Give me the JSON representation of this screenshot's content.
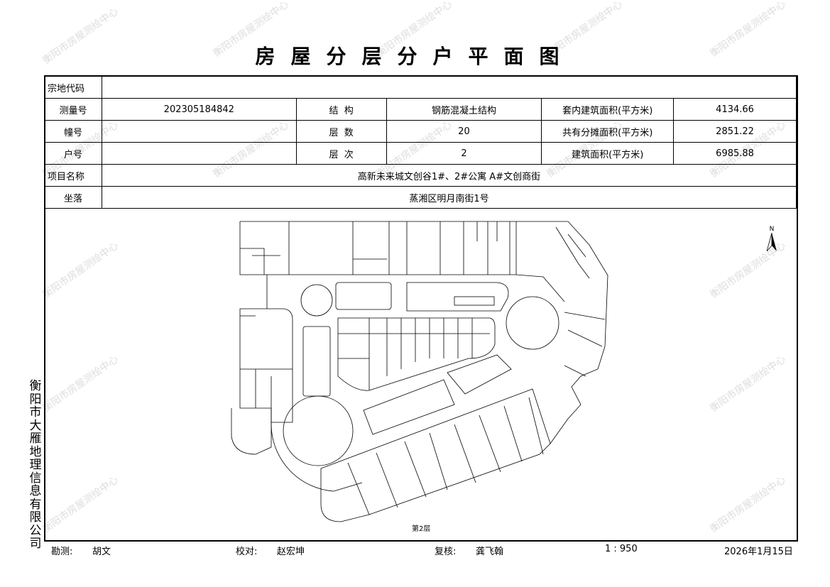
{
  "title": "房屋分层分户平面图",
  "watermark": "衡阳市房屋测绘中心",
  "side_company": "衡阳市大雁地理信息有限公司",
  "info": {
    "land_code_label": "宗地代码",
    "land_code": "",
    "survey_no_label": "测量号",
    "survey_no": "202305184842",
    "structure_label": "结  构",
    "structure": "钢筋混凝土结构",
    "inner_area_label": "套内建筑面积(平方米)",
    "inner_area": "4134.66",
    "building_no_label": "幢号",
    "building_no": "",
    "floors_label": "层  数",
    "floors": "20",
    "shared_area_label": "共有分摊面积(平方米)",
    "shared_area": "2851.22",
    "unit_no_label": "户号",
    "unit_no": "",
    "floor_level_label": "层  次",
    "floor_level": "2",
    "building_area_label": "建筑面积(平方米)",
    "building_area": "6985.88",
    "project_label": "项目名称",
    "project": "高新未来城文创谷1#、2#公寓 A#文创商街",
    "location_label": "坐落",
    "location": "蒸湘区明月南街1号"
  },
  "plan": {
    "floor_label": "第2层",
    "north": "N"
  },
  "footer": {
    "surveyor_label": "勘测:",
    "surveyor": "胡文",
    "checker_label": "校对:",
    "checker": "赵宏坤",
    "reviewer_label": "复核:",
    "reviewer": "龚飞翰",
    "scale": "1 : 950",
    "date": "2026年1月15日"
  }
}
